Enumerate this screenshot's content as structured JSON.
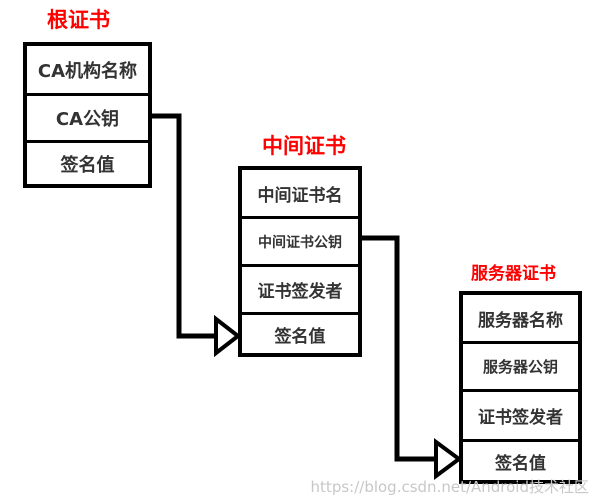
{
  "root": {
    "title": "根证书",
    "fields": [
      "CA机构名称",
      "CA公钥",
      "签名值"
    ]
  },
  "intermediate": {
    "title": "中间证书",
    "fields": [
      "中间证书名",
      "中间证书公钥",
      "证书签发者",
      "签名值"
    ]
  },
  "server": {
    "title": "服务器证书",
    "fields": [
      "服务器名称",
      "服务器公钥",
      "证书签发者",
      "签名值"
    ]
  },
  "watermark": "https://blog.csdn.net/Android技术社区",
  "colors": {
    "title": "#ff0000",
    "border": "#000000",
    "text": "#333333"
  }
}
